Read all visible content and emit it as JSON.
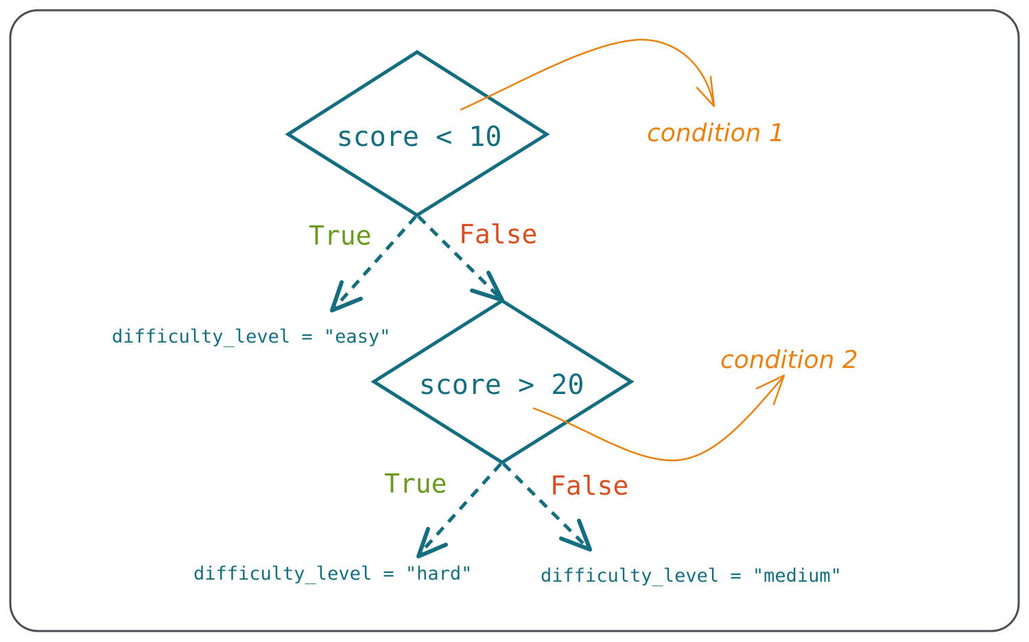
{
  "colors": {
    "teal": "#156E80",
    "orange": "#E8820C",
    "green": "#6A9A1F",
    "red": "#D84F1F",
    "frame": "#4A4D52"
  },
  "decision1": {
    "condition": "score < 10",
    "true_label": "True",
    "false_label": "False",
    "true_result": "difficulty_level = \"easy\""
  },
  "decision2": {
    "condition": "score > 20",
    "true_label": "True",
    "false_label": "False",
    "true_result": "difficulty_level = \"hard\"",
    "false_result": "difficulty_level = \"medium\""
  },
  "annotations": {
    "condition1": "condition 1",
    "condition2": "condition 2"
  }
}
